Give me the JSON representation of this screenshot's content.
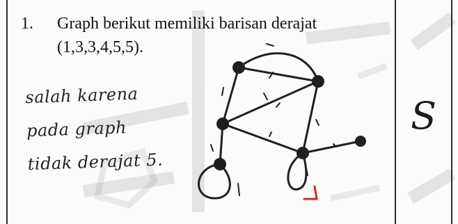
{
  "question": {
    "number": "1.",
    "line1": "Graph berikut memiliki barisan derajat",
    "line2": "(1,3,3,4,5,5)."
  },
  "answer": {
    "lines": [
      "salah karena",
      "pada graph",
      "tidak derajat 5."
    ]
  },
  "score": {
    "mark": "S"
  }
}
